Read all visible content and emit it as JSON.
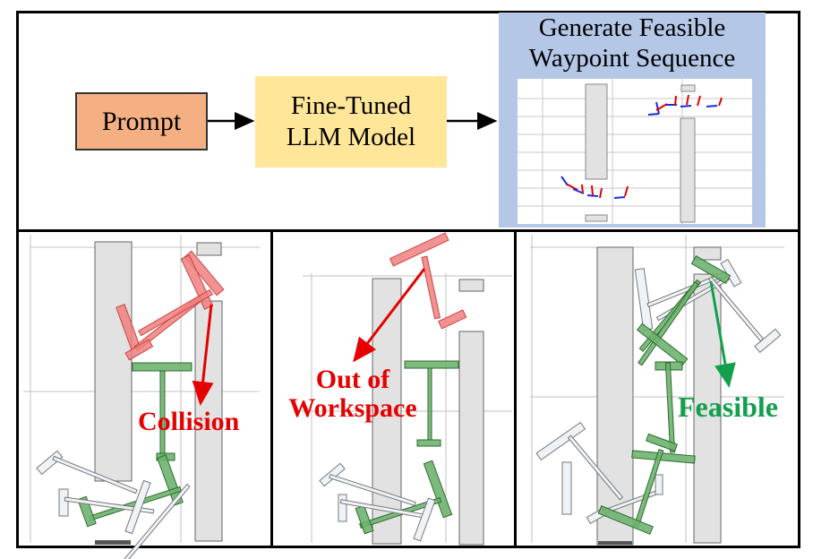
{
  "top": {
    "prompt_label": "Prompt",
    "llm_line1": "Fine-Tuned",
    "llm_line2": "LLM Model",
    "generate_line1": "Generate Feasible",
    "generate_line2": "Waypoint Sequence"
  },
  "panels": {
    "collision_label": "Collision",
    "out_line1": "Out of",
    "out_line2": "Workspace",
    "feasible_label": "Feasible"
  },
  "colors": {
    "prompt_fill": "#f4b083",
    "llm_fill": "#ffe699",
    "generate_fill": "#b4c7e7",
    "error_red": "#e60000",
    "ok_green": "#13a04c",
    "robot_red": "#f08080",
    "robot_green": "#6fb26f",
    "robot_ghost": "#e6eef5",
    "obstacle": "#e2e2e2"
  }
}
